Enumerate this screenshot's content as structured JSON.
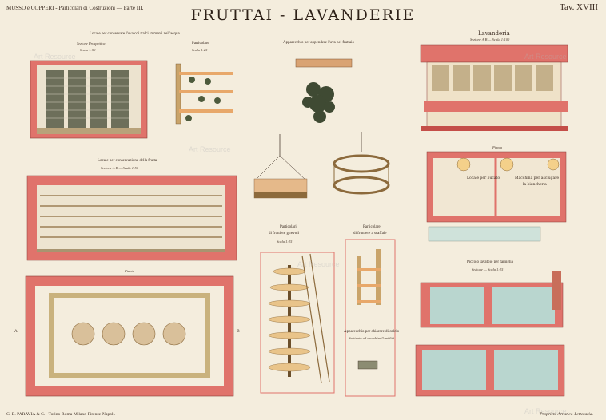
{
  "header": {
    "series": "MUSSO e COPPERI - Particolari di Costruzioni — Parte III.",
    "title": "FRUTTAI - LAVANDERIE",
    "plate": "Tav. XVIII"
  },
  "figures": {
    "fig1": {
      "caption": "Locale per conservare l'uva coi tralci immersi nell'acqua",
      "section": "Sezione Prospettica",
      "scale": "Scala 1:50"
    },
    "fig2": {
      "caption": "Particolare",
      "scale": "Scala 1:25"
    },
    "fig3": {
      "caption": "Apparecchio per appendere l'uva nel fruttaio"
    },
    "fig4": {
      "caption": "Lavanderia",
      "scale": "Sezione A B — Scala 1:100"
    },
    "fig5": {
      "caption": "Locale per conservazione della frutta",
      "scale": "Sezione A B — Scala 1:50"
    },
    "fig6": {
      "caption": "Pianta"
    },
    "fig7": {
      "caption": "Particolari",
      "subcaption": "di fruttiere girevoli",
      "scale": "Scala 1:25"
    },
    "fig8": {
      "caption": "Particolare",
      "subcaption": "di fruttiere a scaffale"
    },
    "fig9": {
      "caption": "Pianta",
      "room1": "Locale per bucato",
      "room2": "Macchina per asciugare",
      "room3": "la biancheria"
    },
    "fig10": {
      "caption": "Piccolo lavatoio per famiglia",
      "scale": "Sezione — Scala 1:25"
    },
    "fig11": {
      "caption": "Apparecchio per chiarore di calcio",
      "subcaption": "destinato ad assorbire l'umidità"
    }
  },
  "labels": {
    "a": "A",
    "b": "B"
  },
  "footer": {
    "publisher": "G. B. PARAVIA & C. - Torino-Roma-Milano-Firenze-Napoli.",
    "rights": "Proprietà Artistico-Letteraria."
  },
  "watermark": "Art Resource",
  "colors": {
    "paper": "#f4eddd",
    "wall": "#e0736b",
    "wall_dark": "#c44e48",
    "water": "#b9d6cf",
    "ink": "#3a2a20",
    "wood": "#c9a46a"
  }
}
